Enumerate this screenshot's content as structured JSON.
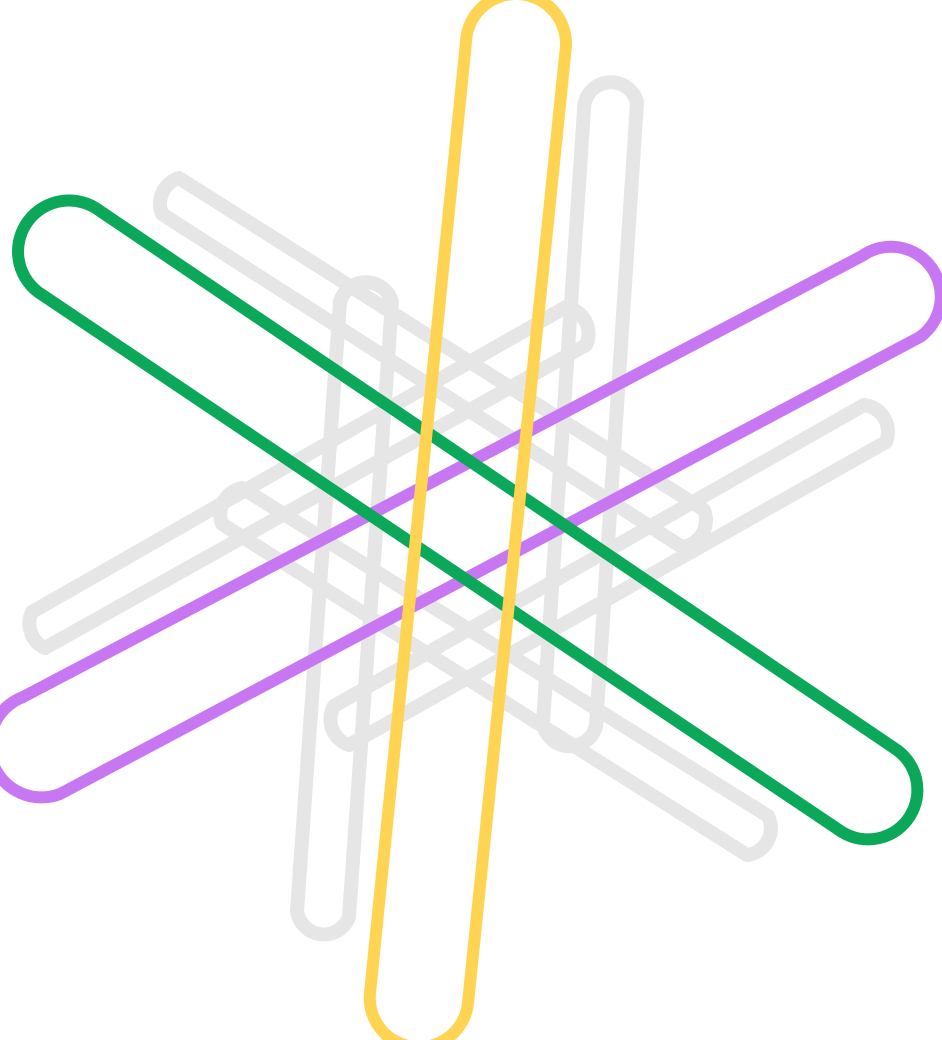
{
  "illustration": {
    "stroke_colors": {
      "yellow": "#FFD452",
      "green": "#0AA858",
      "purple": "#C877F2",
      "gray": "#E6E6E6"
    },
    "shapes": [
      "gray-capsule",
      "gray-capsule",
      "gray-capsule",
      "gray-capsule",
      "gray-capsule",
      "purple-capsule",
      "green-capsule",
      "yellow-capsule"
    ]
  }
}
